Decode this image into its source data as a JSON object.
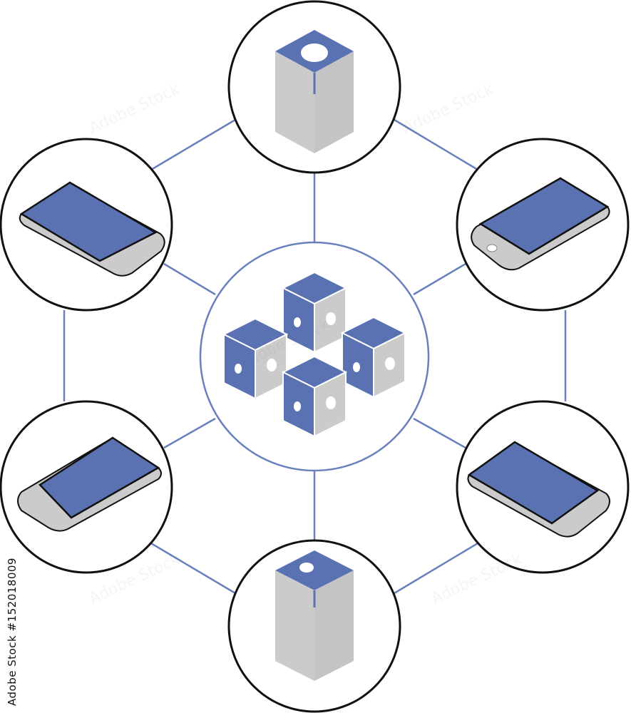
{
  "diagram": {
    "central": {
      "id": "blockchain-cluster",
      "icon": "blocks-icon"
    },
    "nodes": [
      {
        "id": "server-top",
        "icon": "server-tower-icon"
      },
      {
        "id": "phone-top-right",
        "icon": "smartphone-icon"
      },
      {
        "id": "phone-bottom-right",
        "icon": "smartphone-icon"
      },
      {
        "id": "server-bottom",
        "icon": "server-tower-icon"
      },
      {
        "id": "phone-bottom-left",
        "icon": "smartphone-icon"
      },
      {
        "id": "phone-top-left",
        "icon": "smartphone-icon"
      }
    ],
    "colors": {
      "accent_blue": "#5b72b2",
      "light_gray": "#cbcbcb",
      "line_blue": "#6a80bd",
      "outline": "#111111"
    }
  },
  "watermark": {
    "brand": "Adobe Stock",
    "id_text": "#152018009"
  }
}
